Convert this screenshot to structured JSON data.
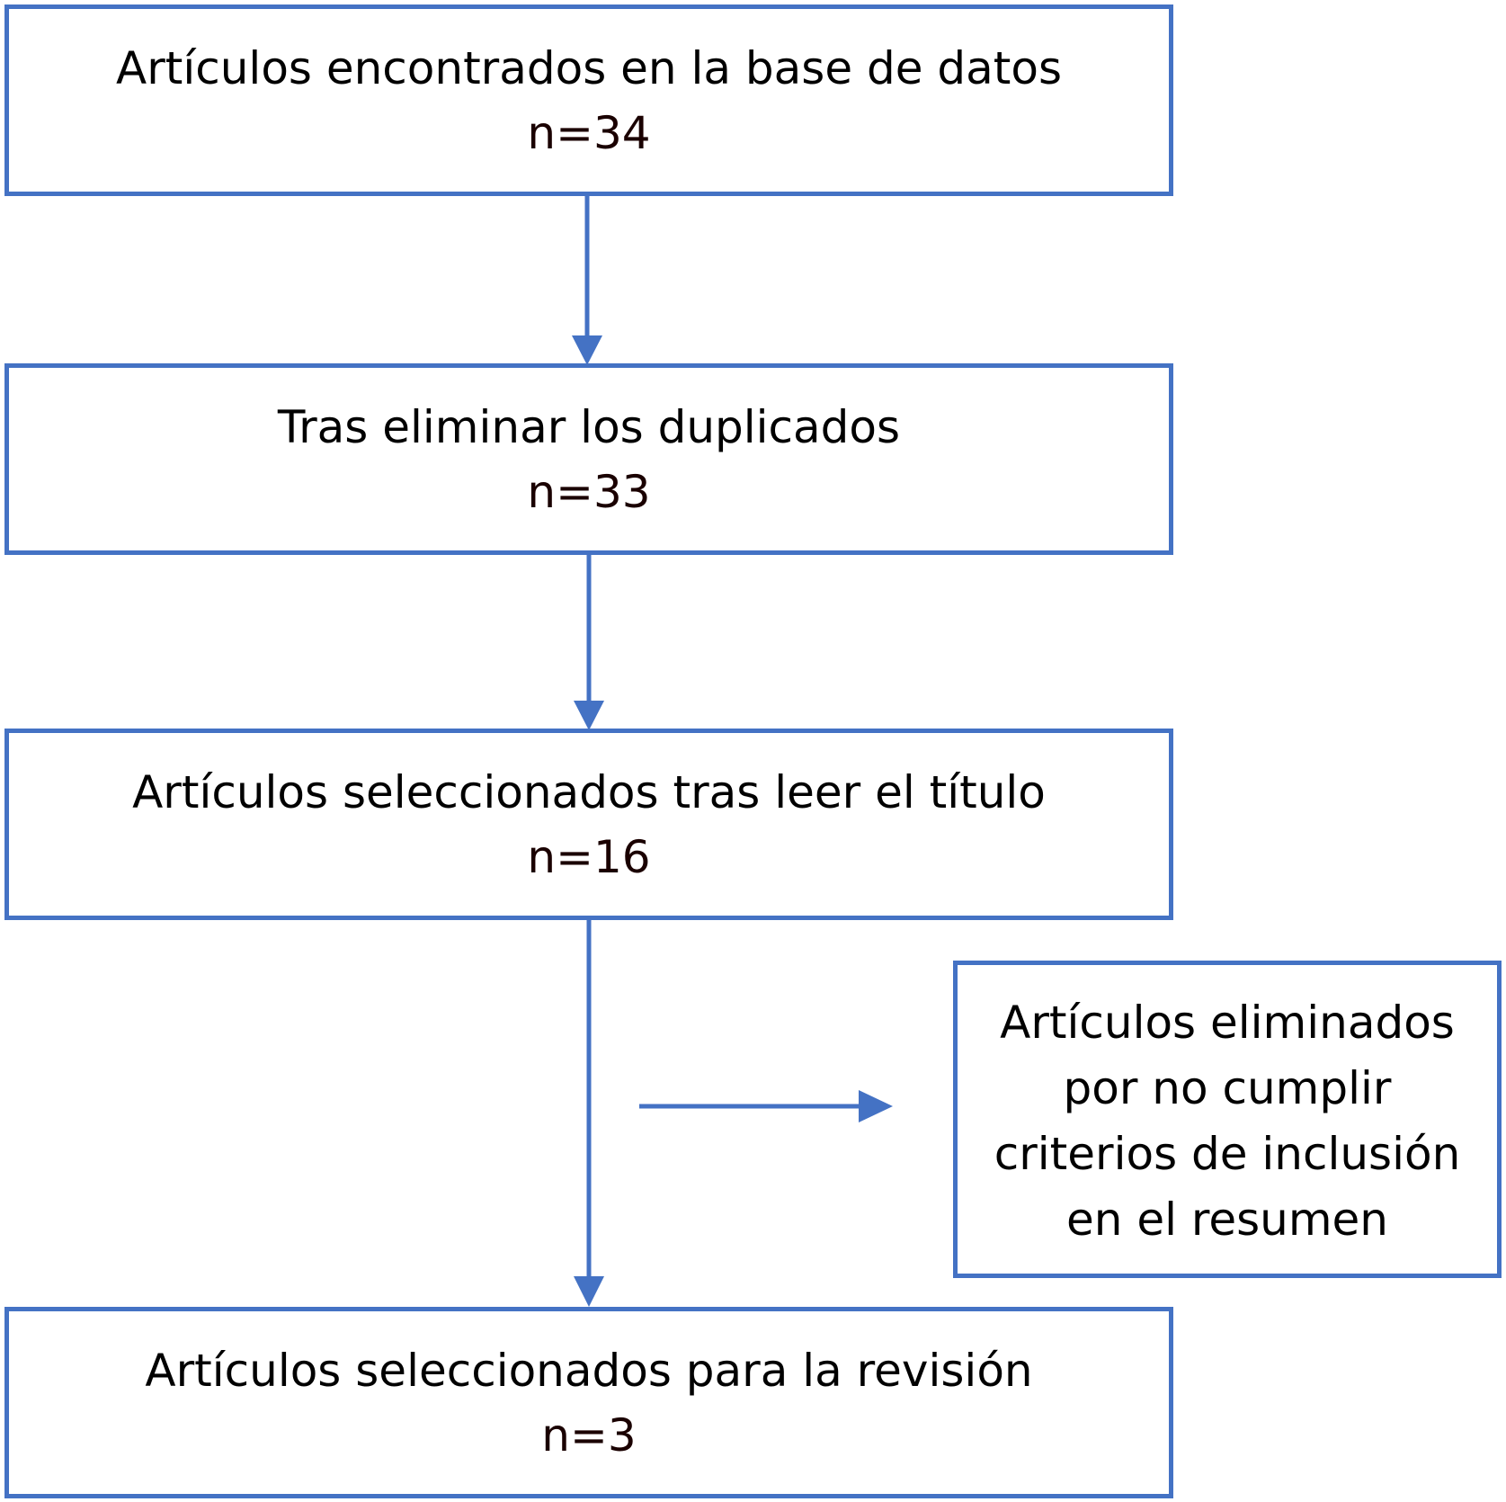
{
  "flowchart": {
    "line_color": "#4472C4",
    "steps": [
      {
        "label": "Artículos encontrados en la base de datos",
        "count": "n=34"
      },
      {
        "label": "Tras eliminar los duplicados",
        "count": "n=33"
      },
      {
        "label": "Artículos seleccionados tras leer el título",
        "count": "n=16"
      },
      {
        "label": "Artículos seleccionados para la revisión",
        "count": "n=3"
      }
    ],
    "excluded": {
      "lines": [
        "Artículos eliminados",
        "por no cumplir",
        "criterios de inclusión",
        "en el resumen"
      ]
    }
  }
}
